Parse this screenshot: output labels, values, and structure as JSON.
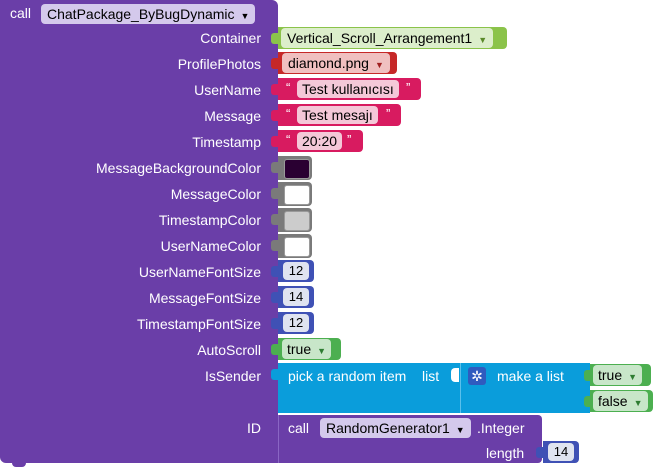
{
  "call_block": {
    "keyword": "call",
    "component": "ChatPackage_ByBugDynamic",
    "params": [
      {
        "name": "Container"
      },
      {
        "name": "ProfilePhotos"
      },
      {
        "name": "UserName"
      },
      {
        "name": "Message"
      },
      {
        "name": "Timestamp"
      },
      {
        "name": "MessageBackgroundColor"
      },
      {
        "name": "MessageColor"
      },
      {
        "name": "TimestampColor"
      },
      {
        "name": "UserNameColor"
      },
      {
        "name": "UserNameFontSize"
      },
      {
        "name": "MessageFontSize"
      },
      {
        "name": "TimestampFontSize"
      },
      {
        "name": "AutoScroll"
      },
      {
        "name": "IsSender"
      },
      {
        "name": "ID"
      }
    ]
  },
  "values": {
    "container": "Vertical_Scroll_Arrangement1",
    "profile_photos": "diamond.png",
    "user_name": "Test kullanıcısı",
    "message": "Test mesajı",
    "timestamp": "20:20",
    "message_bg_color": "#2a0032",
    "message_color": "#ffffff",
    "timestamp_color": "#cccccc",
    "username_color": "#ffffff",
    "username_font_size": "12",
    "message_font_size": "14",
    "timestamp_font_size": "12",
    "auto_scroll": "true"
  },
  "is_sender": {
    "pick_label": "pick a random item",
    "list_label": "list",
    "make_list_label": "make a list",
    "items": [
      "true",
      "false"
    ]
  },
  "id_block": {
    "keyword": "call",
    "component": "RandomGenerator1",
    "method": ".Integer",
    "length_label": "length",
    "length_value": "14"
  },
  "colors": {
    "procedure": "#6a3ea8",
    "component": "#8bc34a",
    "text": "#d81b60",
    "math": "#3f51b5",
    "logic": "#4caf50",
    "list": "#0a9ddb",
    "color_block": "#7a7a7a",
    "media": "#c62828"
  },
  "quote_open": "“",
  "quote_close": "”"
}
